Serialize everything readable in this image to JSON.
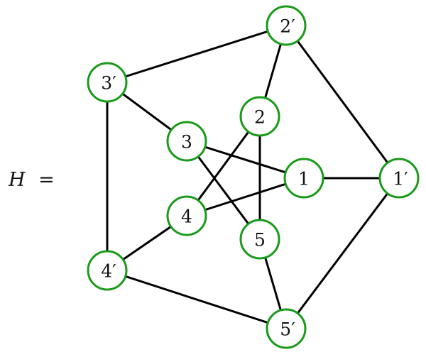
{
  "title": {
    "variable": "H",
    "operator": "="
  },
  "style": {
    "node_stroke_color": "#1a9a1a",
    "edge_color": "#000000",
    "node_fill": "#ffffff"
  },
  "nodes": [
    {
      "id": "2p",
      "label": "2′"
    },
    {
      "id": "3p",
      "label": "3′"
    },
    {
      "id": "1p",
      "label": "1′"
    },
    {
      "id": "4p",
      "label": "4′"
    },
    {
      "id": "5p",
      "label": "5′"
    },
    {
      "id": "2",
      "label": "2"
    },
    {
      "id": "3",
      "label": "3"
    },
    {
      "id": "1",
      "label": "1"
    },
    {
      "id": "4",
      "label": "4"
    },
    {
      "id": "5",
      "label": "5"
    }
  ],
  "edges": [
    [
      "2p",
      "3p"
    ],
    [
      "3p",
      "4p"
    ],
    [
      "4p",
      "5p"
    ],
    [
      "5p",
      "1p"
    ],
    [
      "1p",
      "2p"
    ],
    [
      "2p",
      "2"
    ],
    [
      "3p",
      "3"
    ],
    [
      "4p",
      "4"
    ],
    [
      "5p",
      "5"
    ],
    [
      "1p",
      "1"
    ],
    [
      "3",
      "1"
    ],
    [
      "3",
      "5"
    ],
    [
      "2",
      "4"
    ],
    [
      "2",
      "5"
    ],
    [
      "4",
      "1"
    ]
  ]
}
